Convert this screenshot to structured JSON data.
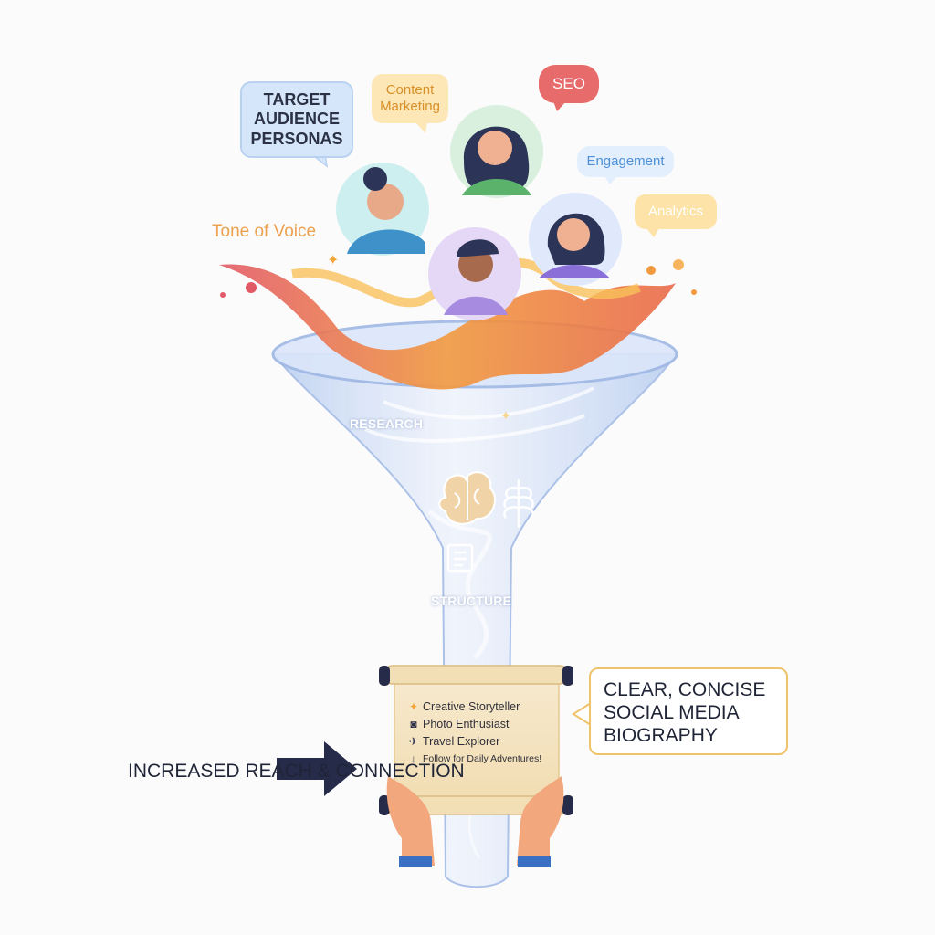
{
  "bubbles": {
    "target": "TARGET AUDIENCE PERSONAS",
    "content": "Content Marketing",
    "seo": "SEO",
    "engagement": "Engagement",
    "analytics": "Analytics"
  },
  "tone_of_voice": "Tone of Voice",
  "funnel_labels": {
    "research": "RESEARCH",
    "structure": "STRUCTURE"
  },
  "scroll": {
    "items": [
      {
        "icon": "sparkle-icon",
        "text": "Creative Storyteller"
      },
      {
        "icon": "camera-icon",
        "text": "Photo Enthusiast"
      },
      {
        "icon": "airplane-icon",
        "text": "Travel Explorer"
      },
      {
        "icon": "down-arrow-icon",
        "text": "Follow for Daily Adventures!"
      }
    ]
  },
  "result": "CLEAR, CONCISE SOCIAL MEDIA BIOGRAPHY",
  "outcome": "INCREASED REACH & CONNECTION",
  "colors": {
    "persona_blue_bg": "#d6e6fa",
    "orange_splash": "#f2894a",
    "red_splash": "#e0585e",
    "funnel_glass": "#c9d8f2",
    "scroll_paper": "#f6e6c2",
    "result_border": "#efc36a",
    "arrow_navy": "#262b4a"
  }
}
